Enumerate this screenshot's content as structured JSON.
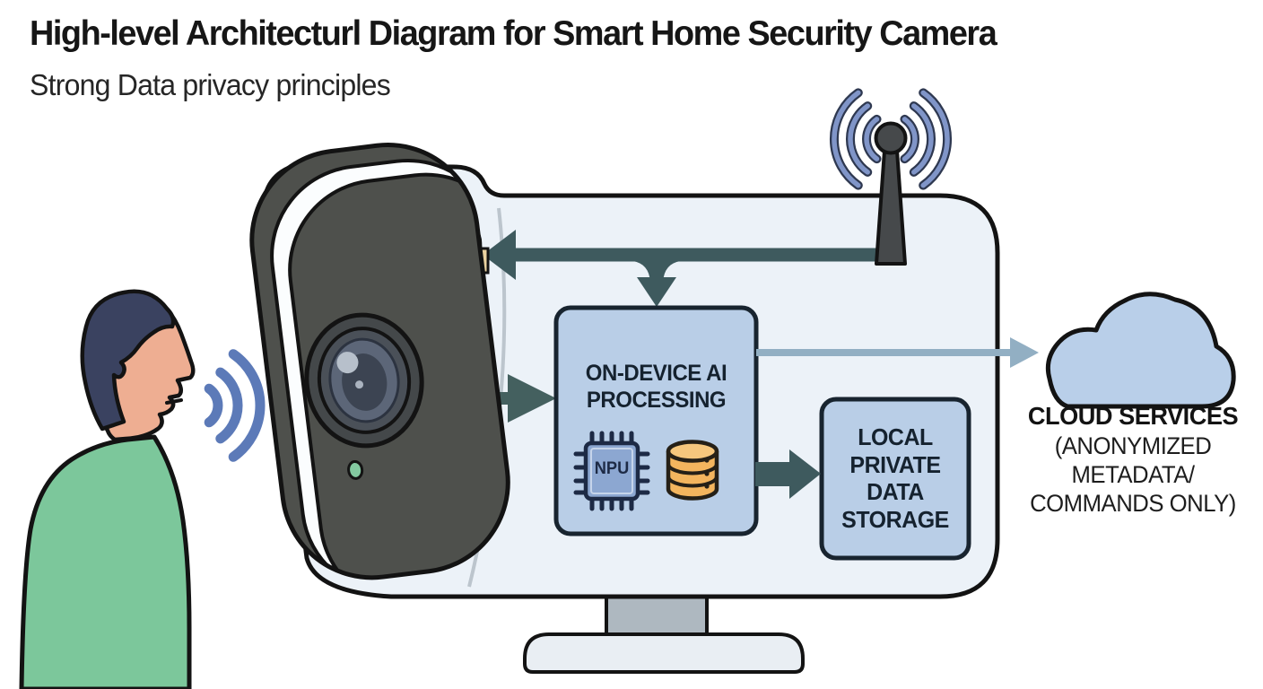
{
  "header": {
    "title": "High-level Architecturl Diagram for Smart Home Security Camera",
    "subtitle": "Strong Data privacy principles"
  },
  "device": {
    "on_device_ai": {
      "label": "ON-DEVICE AI\nPROCESSING"
    },
    "npu_chip": {
      "label": "NPU"
    },
    "local_storage": {
      "label": "LOCAL\nPRIVATE\nDATA\nSTORAGE"
    }
  },
  "cloud": {
    "title": "CLOUD SERVICES",
    "subtitle": "(ANONYMIZED\nMETADATA/\nCOMMANDS ONLY)"
  },
  "icons": {
    "person": "person-speaking-icon",
    "speech_waves": "speech-waves-icon",
    "camera_lens": "camera-lens-icon",
    "status_led": "status-led-icon",
    "sensor": "sensor-module-icon",
    "microphone": "microphone-icon",
    "antenna": "antenna-icon",
    "wifi_waves": "wifi-waves-icon",
    "npu": "npu-chip-icon",
    "database": "database-icon",
    "cloud": "cloud-icon",
    "monitor_stand": "monitor-stand"
  },
  "colors": {
    "device_body": "#ecf2f8",
    "camera_dark": "#4e504c",
    "box_fill": "#b9cee7",
    "box_border": "#18242f",
    "box_text": "#15222f",
    "arrow_dark": "#3e5a5e",
    "arrow_light": "#92afc3",
    "wifi_wave": "#8095c8",
    "speech_wave": "#5c7ab8",
    "cloud_fill": "#b9cfe9",
    "npu_fill": "#8ca7d1",
    "database_fill": "#f3b55e",
    "shirt_green": "#7cc79b",
    "hair_navy": "#3a4260",
    "skin": "#eeae92",
    "led_green": "#83c9a0"
  }
}
